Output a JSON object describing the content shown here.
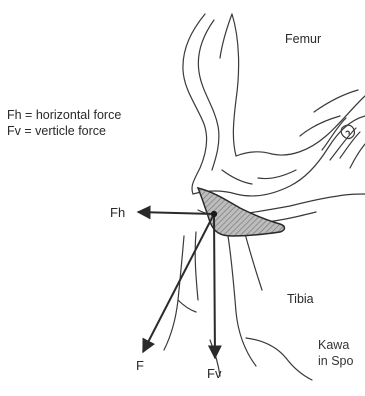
{
  "legend": {
    "line1": "Fh = horizontal force",
    "line2": "Fv = verticle force"
  },
  "anatomy": {
    "femur": "Femur",
    "tibia": "Tibia"
  },
  "forces": {
    "fh": "Fh",
    "f": "F",
    "fv": "Fv"
  },
  "credit": {
    "line1": "Kawa",
    "line2": "in Spo"
  }
}
